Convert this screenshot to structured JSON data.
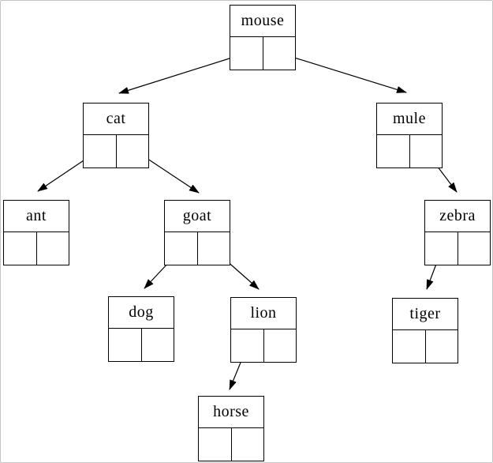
{
  "diagram": {
    "type": "binary-tree",
    "nodes": {
      "mouse": {
        "label": "mouse"
      },
      "cat": {
        "label": "cat"
      },
      "mule": {
        "label": "mule"
      },
      "ant": {
        "label": "ant"
      },
      "goat": {
        "label": "goat"
      },
      "zebra": {
        "label": "zebra"
      },
      "dog": {
        "label": "dog"
      },
      "lion": {
        "label": "lion"
      },
      "tiger": {
        "label": "tiger"
      },
      "horse": {
        "label": "horse"
      }
    },
    "edges": [
      {
        "from": "mouse",
        "pointer": "left",
        "to": "cat"
      },
      {
        "from": "mouse",
        "pointer": "right",
        "to": "mule"
      },
      {
        "from": "cat",
        "pointer": "left",
        "to": "ant"
      },
      {
        "from": "cat",
        "pointer": "right",
        "to": "goat"
      },
      {
        "from": "goat",
        "pointer": "left",
        "to": "dog"
      },
      {
        "from": "goat",
        "pointer": "right",
        "to": "lion"
      },
      {
        "from": "lion",
        "pointer": "left",
        "to": "horse"
      },
      {
        "from": "mule",
        "pointer": "right",
        "to": "zebra"
      },
      {
        "from": "zebra",
        "pointer": "left",
        "to": "tiger"
      }
    ],
    "colors": {
      "background": "#ffffff",
      "box_border": "#000000",
      "arrow": "#000000",
      "frame_border": "#c4c4c4"
    }
  }
}
